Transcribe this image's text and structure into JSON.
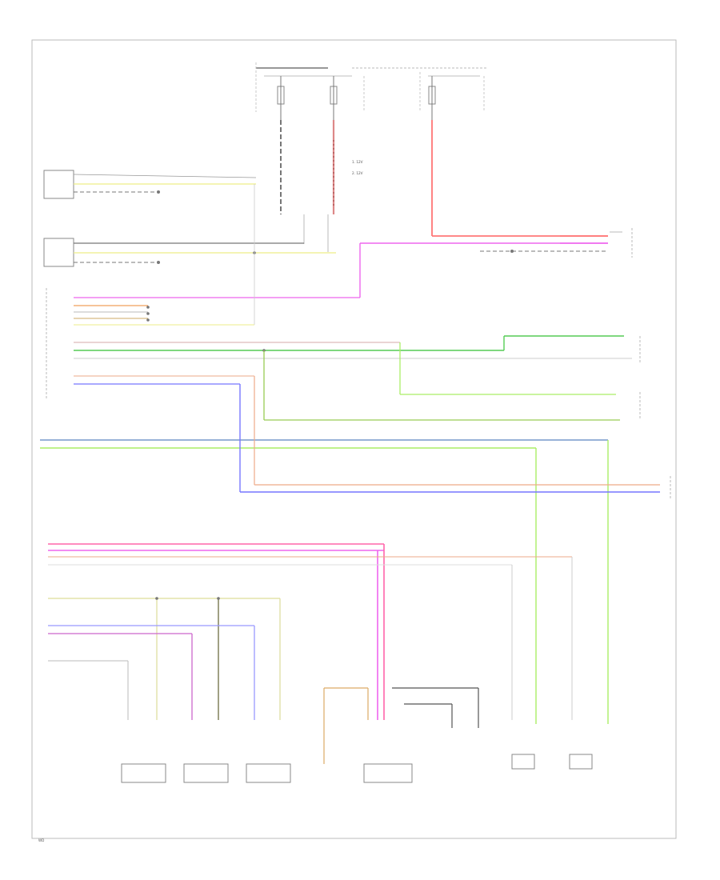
{
  "legend": {
    "item1": "1. 12V",
    "item2": "2. 12V"
  },
  "footer": "WD"
}
